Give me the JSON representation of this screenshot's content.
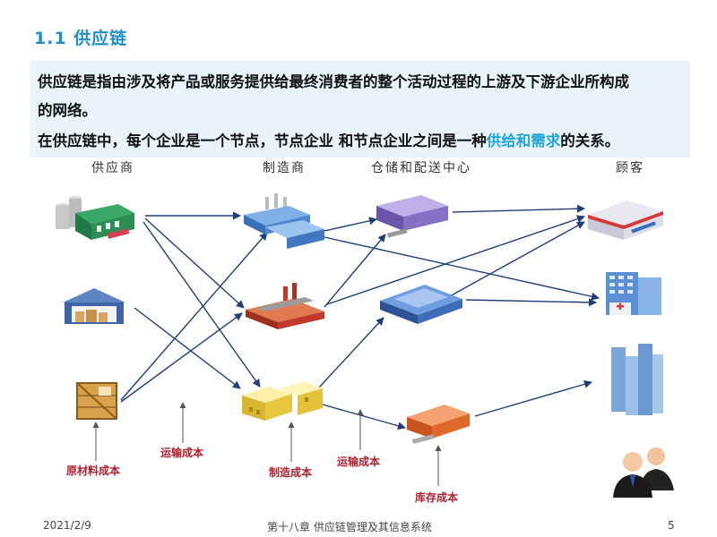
{
  "title": "1.1 供应链",
  "definition": {
    "line1": "供应链是指由涉及将产品或服务提供给最终消费者的整个活动过程的上游及下游企业所构成",
    "line2": "的网络。",
    "line3_prefix": "在供应链中，每个企业是一个节点，节点企业 和节点企业之间是一种",
    "line3_highlight": "供给和需求",
    "line3_suffix": "的关系。"
  },
  "columns": {
    "suppliers": "供应商",
    "manufacturers": "制造商",
    "warehouses": "仓储和配送中心",
    "customers": "顾客"
  },
  "cost_labels": {
    "raw_material": "原材料成本",
    "transport1": "运输成本",
    "manufacturing": "制造成本",
    "transport2": "运输成本",
    "inventory": "库存成本"
  },
  "footer": {
    "date": "2021/2/9",
    "chapter": "第十八章  供应链管理及其信息系统",
    "page": "5"
  },
  "colors": {
    "title": "#1f8fc7",
    "highlight": "#1fa6d6",
    "arrow": "#1f3f7a",
    "cost_label": "#b0202e",
    "definition_bg": "#e8f4fa"
  }
}
